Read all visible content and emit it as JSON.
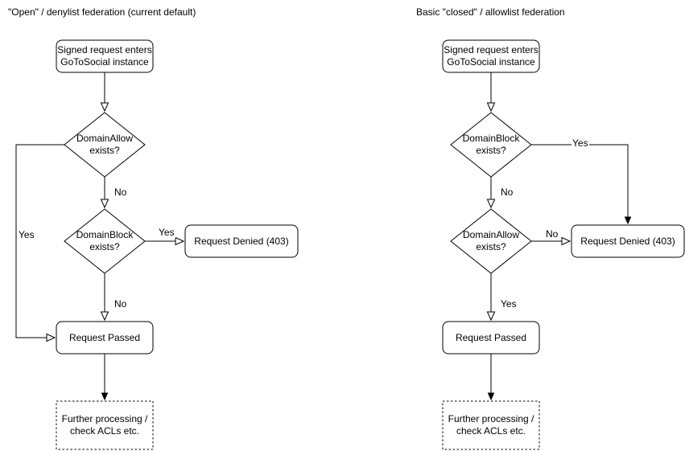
{
  "colors": {
    "stroke": "#000000",
    "background": "#ffffff",
    "text": "#000000"
  },
  "left_chart": {
    "title": "\"Open\" / denylist federation (current default)",
    "nodes": {
      "start": "Signed request enters GoToSocial instance",
      "decision1": "DomainAllow exists?",
      "decision2": "DomainBlock exists?",
      "denied": "Request Denied (403)",
      "passed": "Request Passed",
      "further": "Further processing / check ACLs etc."
    },
    "edge_labels": {
      "decision1_no": "No",
      "decision1_yes": "Yes",
      "decision2_yes": "Yes",
      "decision2_no": "No"
    }
  },
  "right_chart": {
    "title": "Basic \"closed\" / allowlist federation",
    "nodes": {
      "start": "Signed request enters GoToSocial instance",
      "decision1": "DomainBlock exists?",
      "decision2": "DomainAllow exists?",
      "denied": "Request Denied (403)",
      "passed": "Request Passed",
      "further": "Further processing / check ACLs etc."
    },
    "edge_labels": {
      "decision1_yes": "Yes",
      "decision1_no": "No",
      "decision2_no": "No",
      "decision2_yes": "Yes"
    }
  }
}
